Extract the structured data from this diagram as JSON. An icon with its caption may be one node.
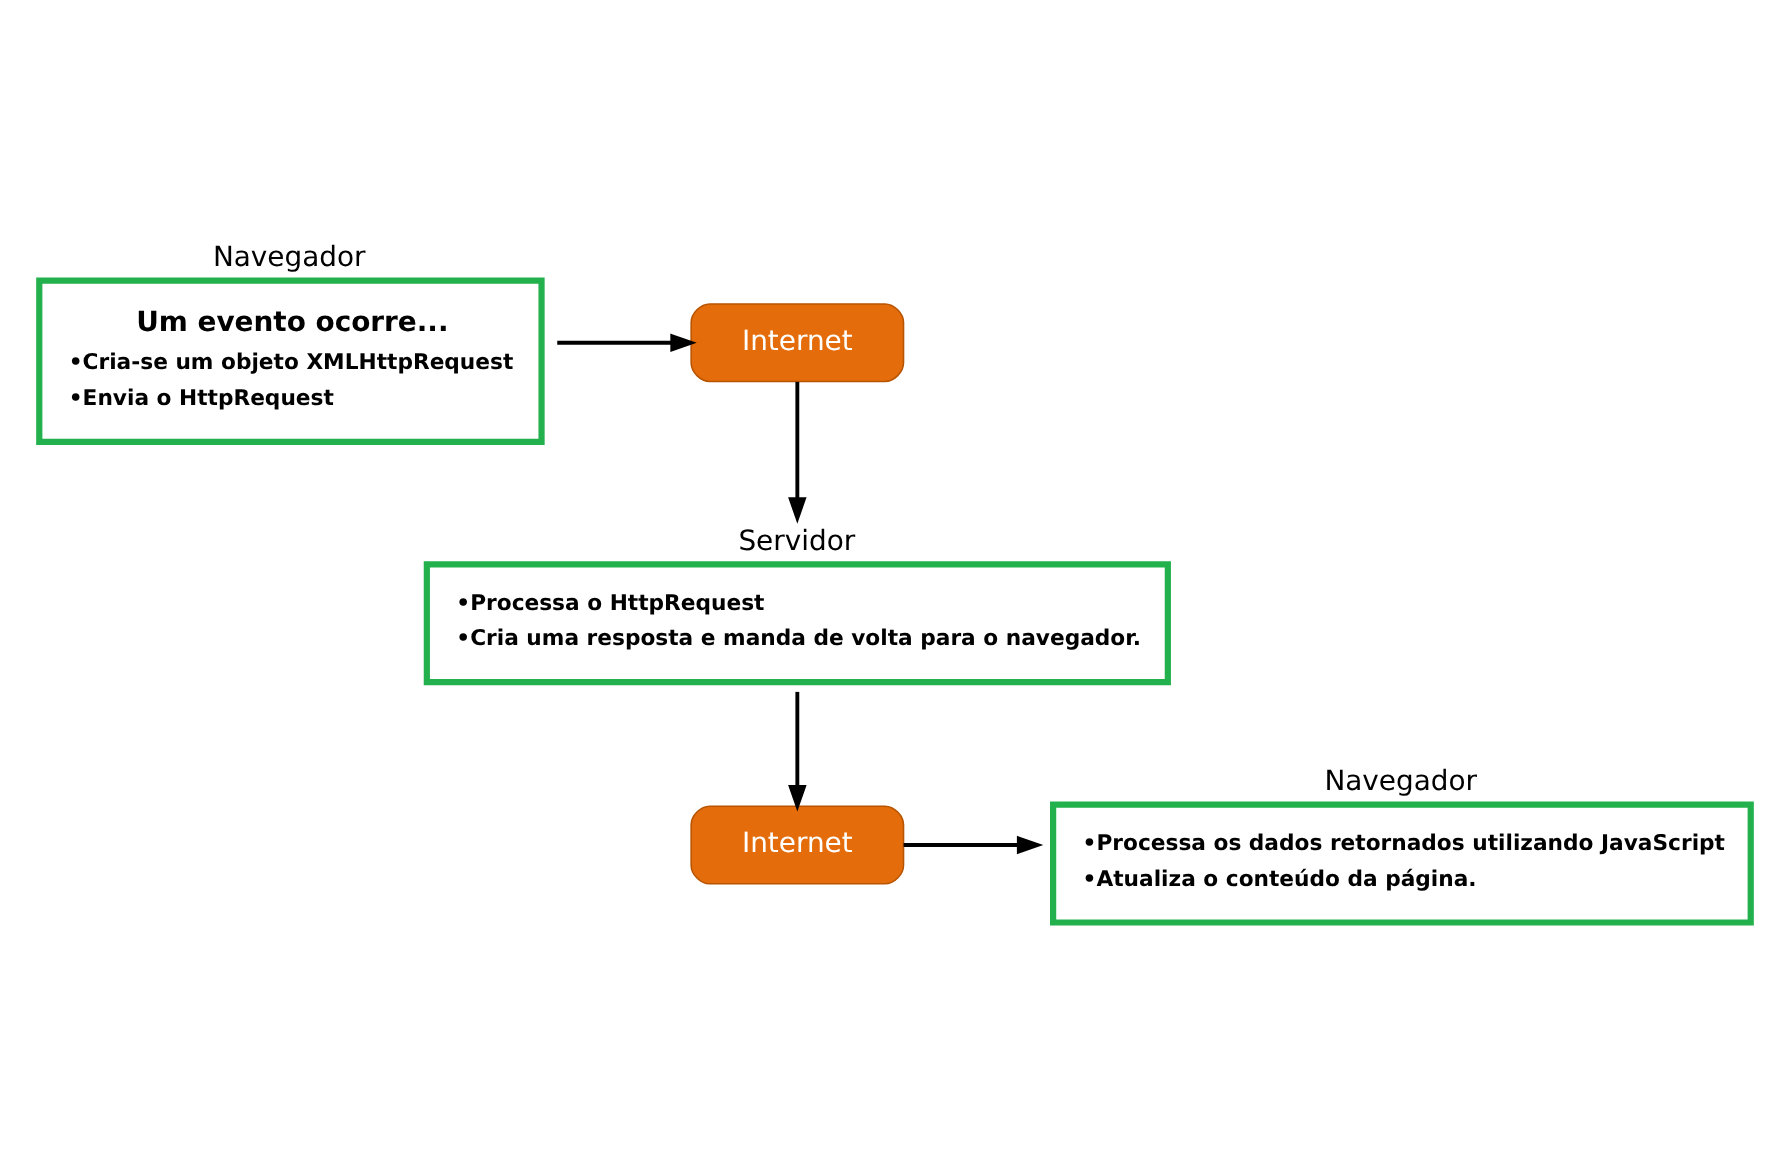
{
  "diagram": {
    "nodes": [
      {
        "text": [
          "Navegador",
          "Um evento ocorre...",
          "•Cria-se um objeto XMLHttpRequest",
          "•Envia o HttpRequest"
        ]
      },
      {
        "text": [
          "Internet"
        ]
      },
      {
        "text": [
          "Servidor",
          "•Processa o HttpRequest",
          "•Cria uma resposta e manda de volta para o navegador."
        ]
      },
      {
        "text": [
          "Internet"
        ]
      },
      {
        "text": [
          "Navegador",
          "•Processa os dados retornados utilizando JavaScript",
          "•Atualiza o conteúdo da página."
        ]
      }
    ],
    "edges": [
      {
        "from": 0,
        "to": 1,
        "arrow": "to"
      },
      {
        "from": 1,
        "to": 2,
        "arrow": "to"
      },
      {
        "from": 2,
        "to": 3,
        "arrow": "to"
      },
      {
        "from": 3,
        "to": 4,
        "arrow": "to"
      }
    ]
  }
}
